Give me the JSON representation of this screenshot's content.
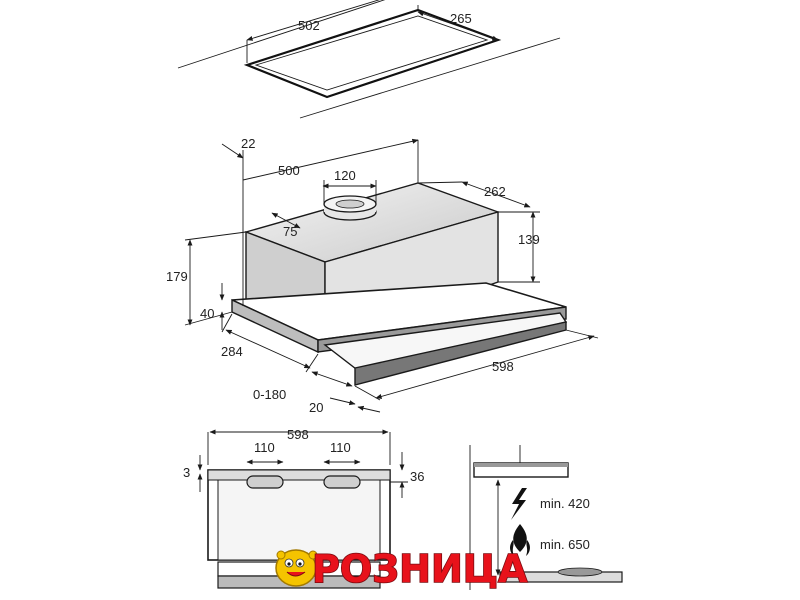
{
  "dimensions": {
    "ceiling_cutout_width": "502",
    "ceiling_cutout_depth": "265",
    "top_offset": "22",
    "top_width": "500",
    "outlet_diameter": "120",
    "outlet_offset": "75",
    "body_depth": "262",
    "body_height_top": "139",
    "total_height": "179",
    "front_height": "40",
    "side_depth": "284",
    "slide_range": "0-180",
    "front_thickness": "20",
    "total_width": "598",
    "front_view_width": "598",
    "front_outlet_left": "110",
    "front_outlet_right": "110",
    "front_offset_left": "3",
    "front_offset_right": "36",
    "min_distance_electric": "min. 420",
    "min_distance_gas": "min. 650"
  },
  "logo": {
    "text": "РОЗНИЦА",
    "text_color": "#e8121b",
    "mascot_color": "#f5c400"
  },
  "icons": {
    "electric": "lightning-icon",
    "gas": "flame-icon"
  }
}
